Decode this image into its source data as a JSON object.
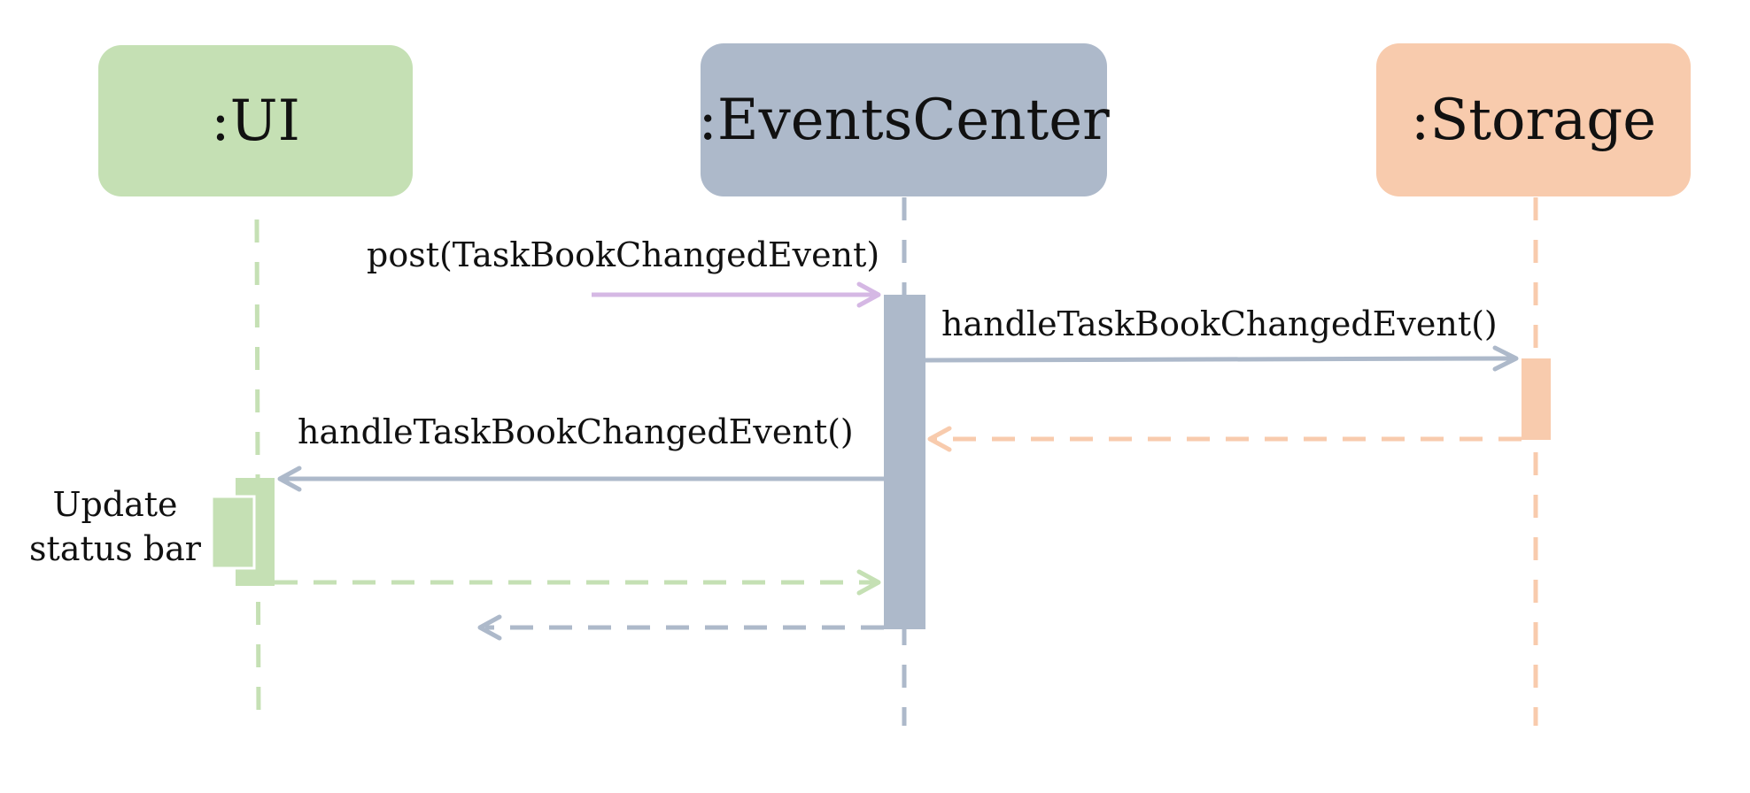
{
  "participants": {
    "ui": {
      "label": ":UI",
      "color": "#c5e0b4"
    },
    "events_center": {
      "label": ":EventsCenter",
      "color": "#adb9ca"
    },
    "storage": {
      "label": ":Storage",
      "color": "#f8cbad"
    }
  },
  "messages": {
    "post": {
      "label": "post(TaskBookChangedEvent)",
      "color": "#d5b8e4"
    },
    "handle_storage": {
      "label": "handleTaskBookChangedEvent()"
    },
    "handle_ui": {
      "label": "handleTaskBookChangedEvent()"
    }
  },
  "note": {
    "line1": "Update",
    "line2": "status bar"
  }
}
